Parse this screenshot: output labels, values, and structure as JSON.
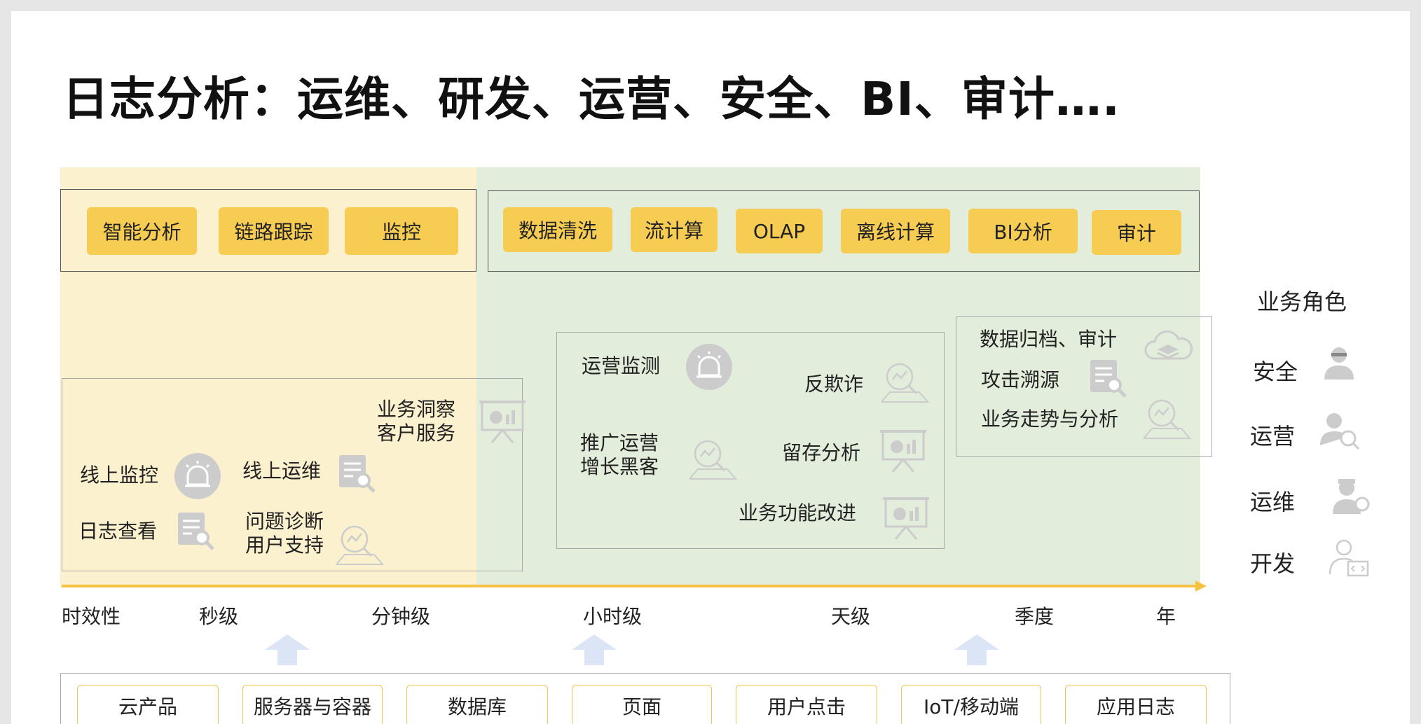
{
  "title": "日志分析：运维、研发、运营、安全、BI、审计….",
  "top_tags_left": [
    "智能分析",
    "链路跟踪",
    "监控"
  ],
  "top_tags_right": [
    "数据清洗",
    "流计算",
    "OLAP",
    "离线计算",
    "BI分析",
    "审计"
  ],
  "left_box": {
    "items": [
      "线上监控",
      "日志查看",
      "线上运维",
      "问题诊断",
      "用户支持",
      "业务洞察",
      "客户服务"
    ]
  },
  "mid_box": {
    "items": [
      "运营监测",
      "推广运营",
      "增长黑客",
      "反欺诈",
      "留存分析",
      "业务功能改进"
    ]
  },
  "right_box": {
    "items": [
      "数据归档、审计",
      "攻击溯源",
      "业务走势与分析"
    ]
  },
  "timeline": [
    "时效性",
    "秒级",
    "分钟级",
    "小时级",
    "天级",
    "季度",
    "年"
  ],
  "sources": [
    "云产品",
    "服务器与容器",
    "数据库",
    "页面",
    "用户点击",
    "IoT/移动端",
    "应用日志"
  ],
  "roles": {
    "header": "业务角色",
    "items": [
      "安全",
      "运营",
      "运维",
      "开发"
    ]
  },
  "colors": {
    "tag_fill": "#f7cc53",
    "yellow_zone": "#fcf1cf",
    "green_zone": "#e3eddb",
    "timeline": "#f5c242",
    "up_arrow": "#dbe5f6",
    "icon_gray": "#cccccc"
  },
  "icons": [
    "alarm-icon",
    "report-search-icon",
    "chart-search-icon",
    "presentation-chart-icon",
    "cloud-layers-icon",
    "user-icon"
  ]
}
